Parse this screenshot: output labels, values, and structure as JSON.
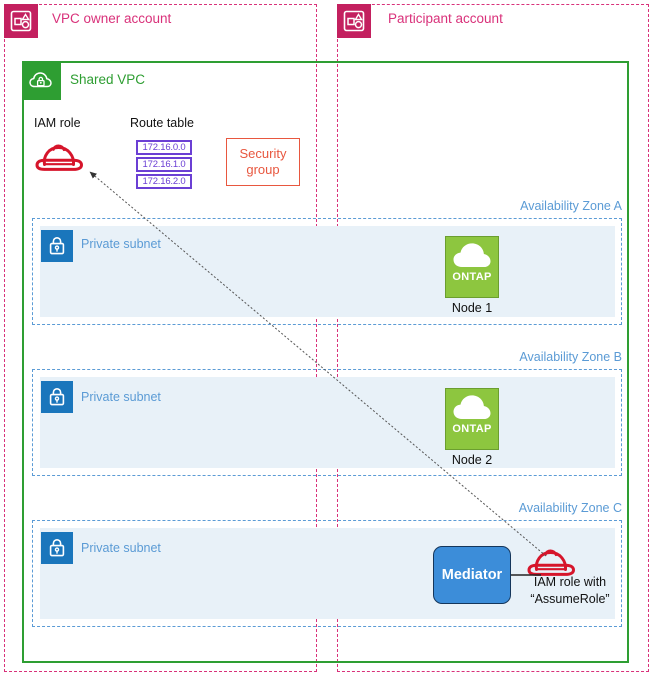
{
  "accounts": [
    {
      "label": "VPC owner account",
      "icon": "account-icon"
    },
    {
      "label": "Participant account",
      "icon": "account-icon"
    }
  ],
  "vpc": {
    "label": "Shared VPC",
    "icon": "vpc-cloud-lock-icon",
    "color": "#2E9E32"
  },
  "iam_role": {
    "label": "IAM role",
    "icon": "iam-role-hat-icon",
    "color": "#D6152B"
  },
  "route_table": {
    "label": "Route table",
    "color": "#6B3FD4",
    "routes": [
      "172.16.0.0",
      "172.16.1.0",
      "172.16.2.0"
    ]
  },
  "security_group": {
    "line1": "Security",
    "line2": "group",
    "color": "#E8573F"
  },
  "zones": [
    {
      "label": "Availability Zone A",
      "subnet": {
        "label": "Private subnet",
        "icon": "private-subnet-lock-icon"
      },
      "node": {
        "badge": "ONTAP",
        "label": "Node 1",
        "icon": "ontap-cloud-icon"
      }
    },
    {
      "label": "Availability Zone B",
      "subnet": {
        "label": "Private subnet",
        "icon": "private-subnet-lock-icon"
      },
      "node": {
        "badge": "ONTAP",
        "label": "Node 2",
        "icon": "ontap-cloud-icon"
      }
    },
    {
      "label": "Availability Zone C",
      "subnet": {
        "label": "Private subnet",
        "icon": "private-subnet-lock-icon"
      },
      "mediator": {
        "label": "Mediator"
      },
      "assume_role": {
        "icon": "iam-role-hat-icon",
        "line1": "IAM role with",
        "line2": "“AssumeRole”"
      }
    }
  ],
  "colors": {
    "account_pink": "#D9317A",
    "account_icon_bg": "#C3205F",
    "vpc_green": "#2E9E32",
    "az_blue": "#5B9BD5",
    "subnet_fill": "#E8F1F8",
    "subnet_icon_bg": "#1A76BC",
    "route_purple": "#6B3FD4",
    "secgrp_orange": "#E8573F",
    "ontap_green": "#8DC63F",
    "mediator_blue": "#3C8DD9",
    "iam_red": "#D6152B"
  }
}
